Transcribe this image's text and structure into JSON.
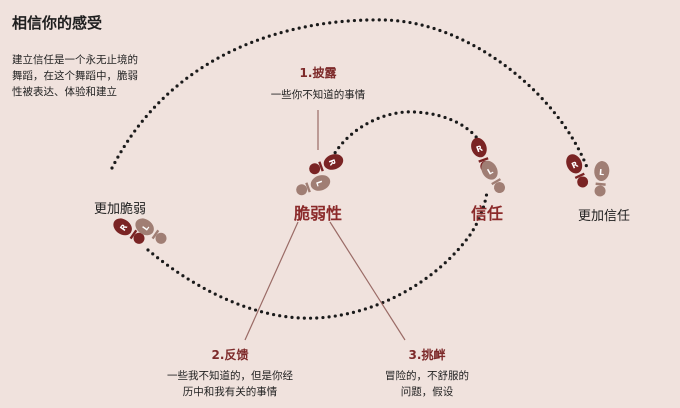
{
  "title": "相信你的感受",
  "intro": [
    "建立信任是一个永无止境的",
    "舞蹈，在这个舞蹈中，脆弱",
    "性被表达、体验和建立"
  ],
  "steps": {
    "disclosure": {
      "title": "1.披露",
      "desc": [
        "一些你不知道的事情"
      ]
    },
    "feedback": {
      "title": "2.反馈",
      "desc": [
        "一些我不知道的，但是你经",
        "历中和我有关的事情"
      ]
    },
    "challenge": {
      "title": "3.挑衅",
      "desc": [
        "冒险的，不舒服的",
        "问题，假设"
      ]
    }
  },
  "labels": {
    "more_vulnerable": "更加脆弱",
    "vulnerability": "脆弱性",
    "trust": "信任",
    "more_trust": "更加信任"
  },
  "shoe_letters": {
    "right": "R",
    "left": "L"
  },
  "colors": {
    "background": "#f0e2dd",
    "dark_shoe": "#7a2424",
    "light_shoe": "#a07e74",
    "accent": "#8b2a2a",
    "dots": "#1a1a1a",
    "leader_line": "#9a6b66"
  }
}
